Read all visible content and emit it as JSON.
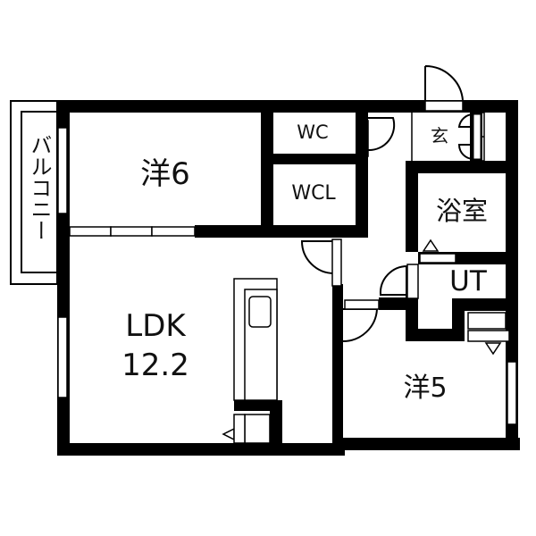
{
  "plan": {
    "wall_color": "#000000",
    "background": "#ffffff",
    "rooms": {
      "western_room_1": {
        "name": "洋6",
        "label": "洋6"
      },
      "wc": {
        "label": "WC"
      },
      "wcl": {
        "label": "WCL"
      },
      "entrance": {
        "label": "玄"
      },
      "bathroom": {
        "label": "浴室"
      },
      "utility": {
        "label": "UT"
      },
      "ldk": {
        "label_line1": "LDK",
        "label_line2": "12.2"
      },
      "western_room_2": {
        "label": "洋5"
      },
      "balcony": {
        "label": "バルコニー"
      }
    }
  }
}
